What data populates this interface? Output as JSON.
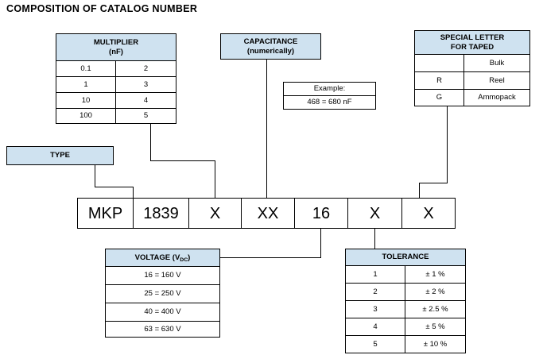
{
  "title": "COMPOSITION OF CATALOG NUMBER",
  "colors": {
    "header_fill": "#cfe2f0",
    "line": "#000000",
    "background": "#ffffff"
  },
  "multiplier": {
    "header_line1": "MULTIPLIER",
    "header_line2": "(nF)",
    "rows": [
      {
        "value": "0.1",
        "code": "2"
      },
      {
        "value": "1",
        "code": "3"
      },
      {
        "value": "10",
        "code": "4"
      },
      {
        "value": "100",
        "code": "5"
      }
    ]
  },
  "capacitance": {
    "header_line1": "CAPACITANCE",
    "header_line2": "(numerically)"
  },
  "example": {
    "label": "Example:",
    "value": "468 = 680 nF"
  },
  "special_letter": {
    "header_line1": "SPECIAL LETTER",
    "header_line2": "FOR TAPED",
    "rows": [
      {
        "code": "",
        "meaning": "Bulk"
      },
      {
        "code": "R",
        "meaning": "Reel"
      },
      {
        "code": "G",
        "meaning": "Ammopack"
      }
    ]
  },
  "type": {
    "label": "TYPE"
  },
  "catalog_number": {
    "segments": [
      "MKP",
      "1839",
      "X",
      "XX",
      "16",
      "X",
      "X"
    ]
  },
  "voltage": {
    "header_prefix": "VOLTAGE (V",
    "header_subscript": "DC",
    "header_suffix": ")",
    "rows": [
      {
        "text": "16 = 160 V"
      },
      {
        "text": "25 = 250 V"
      },
      {
        "text": "40 = 400 V"
      },
      {
        "text": "63 = 630 V"
      }
    ]
  },
  "tolerance": {
    "header": "TOLERANCE",
    "rows": [
      {
        "code": "1",
        "value": "± 1 %"
      },
      {
        "code": "2",
        "value": "± 2 %"
      },
      {
        "code": "3",
        "value": "± 2.5 %"
      },
      {
        "code": "4",
        "value": "± 5 %"
      },
      {
        "code": "5",
        "value": "± 10 %"
      }
    ]
  }
}
